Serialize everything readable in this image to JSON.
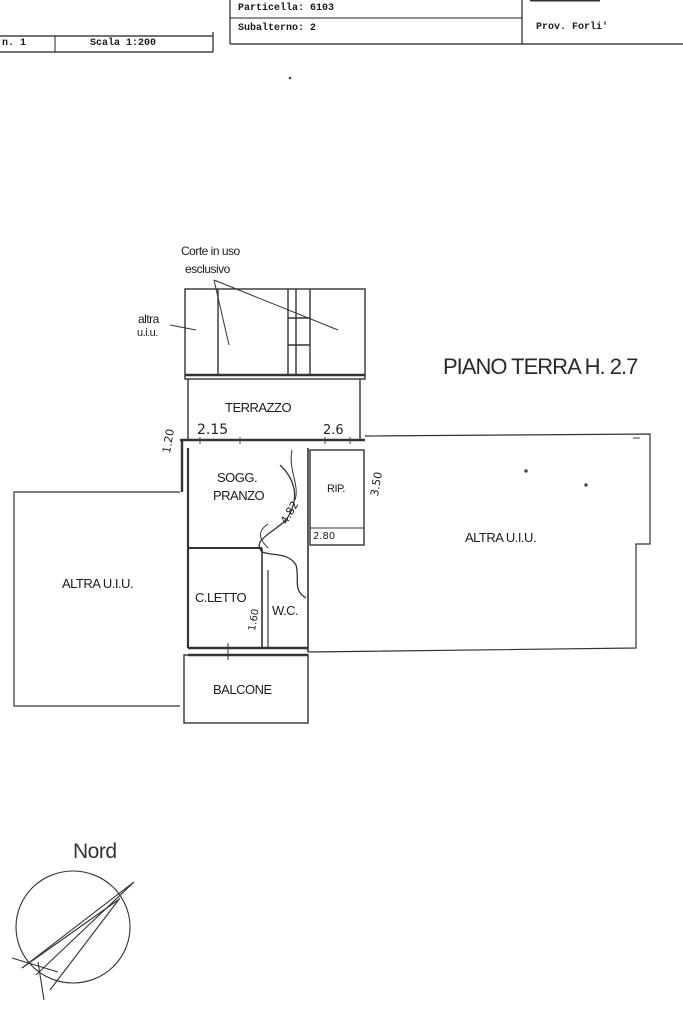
{
  "header": {
    "particella": "Particella: 6103",
    "subalterno": "Subalterno: 2",
    "provincia": "Prov. Forli'",
    "foglio": "n. 1",
    "scala": "Scala 1:200"
  },
  "plan": {
    "floor_title": "PIANO TERRA H. 2.7",
    "corte_line1": "Corte in uso",
    "corte_line2": "esclusivo",
    "altra_uiu_small_line1": "altra",
    "altra_uiu_small_line2": "u.i.u.",
    "terrazzo": "TERRAZZO",
    "sogg_line1": "SOGG.",
    "sogg_line2": "PRANZO",
    "rip": "RIP.",
    "altra_right": "ALTRA U.I.U.",
    "altra_left": "ALTRA U.I.U.",
    "c_letto": "C.LETTO",
    "wc": "W.C.",
    "balcone": "BALCONE",
    "dims": {
      "d1": "2.15",
      "d2": "2.6",
      "d3": "1.20",
      "d4": "2.80",
      "d5": "3.50",
      "d6": "4.82",
      "d7": "1.60"
    }
  },
  "north": {
    "label": "Nord"
  }
}
